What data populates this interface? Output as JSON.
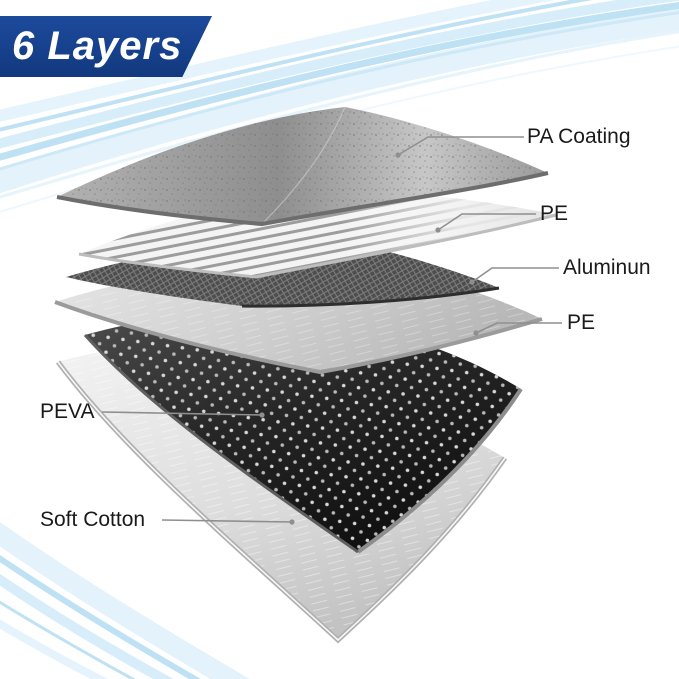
{
  "banner": {
    "title": "6 Layers"
  },
  "diagram": {
    "layers": [
      {
        "id": "pa-coating",
        "label": "PA Coating"
      },
      {
        "id": "pe-top",
        "label": "PE"
      },
      {
        "id": "aluminum",
        "label": "Aluminun"
      },
      {
        "id": "pe-bottom",
        "label": "PE"
      },
      {
        "id": "peva",
        "label": "PEVA"
      },
      {
        "id": "soft-cotton",
        "label": "Soft Cotton"
      }
    ]
  },
  "colors": {
    "banner_blue": "#15418d",
    "swoosh_blue_light": "#d8eefb",
    "swoosh_blue": "#bfe1f4",
    "label_text": "#1a1a1a",
    "leader_line": "#8f8f8f",
    "peva_dark": "#1c1c1c",
    "aluminum_dark": "#4d4d4d",
    "cotton_light": "#e8e8e8"
  }
}
